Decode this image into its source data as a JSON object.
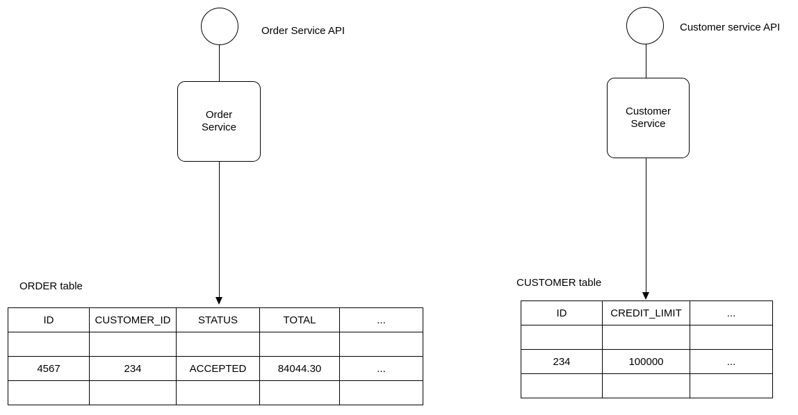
{
  "order": {
    "api_label": "Order Service API",
    "service_label": "Order\nService",
    "table_title": "ORDER table",
    "table": {
      "headers": [
        "ID",
        "CUSTOMER_ID",
        "STATUS",
        "TOTAL",
        "..."
      ],
      "rows": [
        [
          "",
          "",
          "",
          "",
          ""
        ],
        [
          "4567",
          "234",
          "ACCEPTED",
          "84044.30",
          "..."
        ],
        [
          "",
          "",
          "",
          "",
          ""
        ]
      ]
    }
  },
  "customer": {
    "api_label": "Customer service API",
    "service_label": "Customer\nService",
    "table_title": "CUSTOMER table",
    "table": {
      "headers": [
        "ID",
        "CREDIT_LIMIT",
        "..."
      ],
      "rows": [
        [
          "",
          "",
          ""
        ],
        [
          "234",
          "100000",
          "..."
        ],
        [
          "",
          "",
          ""
        ]
      ]
    }
  },
  "colors": {
    "stroke": "#000000",
    "background": "#ffffff"
  }
}
